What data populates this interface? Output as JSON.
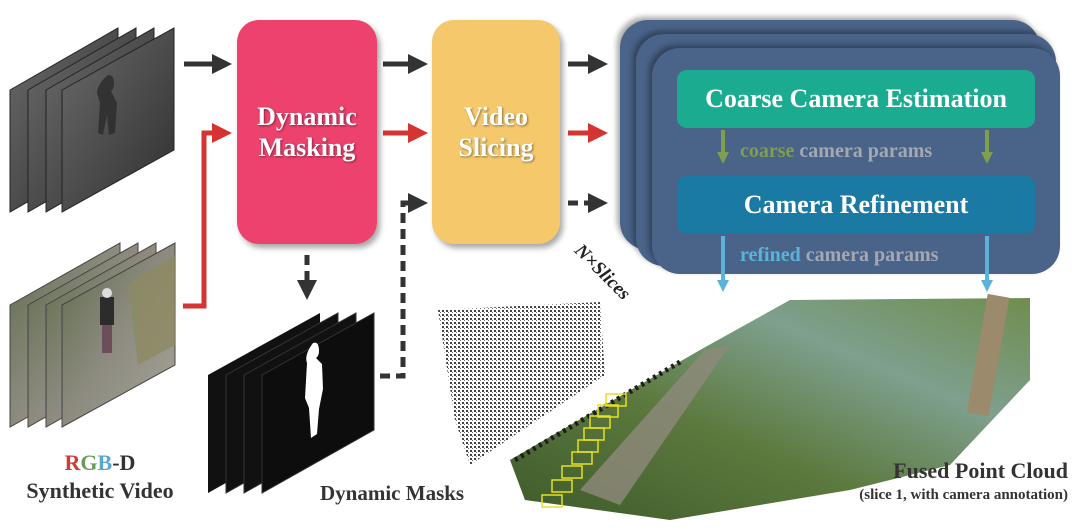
{
  "diagram": {
    "inputs": {
      "label_letters": [
        {
          "text": "R",
          "color": "#d23a3a"
        },
        {
          "text": "G",
          "color": "#6b9a58"
        },
        {
          "text": "B",
          "color": "#5aa7cf"
        },
        {
          "text": "-D",
          "color": "#333333"
        }
      ],
      "label_line2": "Synthetic Video",
      "depth_frames": 4,
      "rgb_frames": 4
    },
    "stages": {
      "dynamic_masking": {
        "line1": "Dynamic",
        "line2": "Masking",
        "color": "#ec426d"
      },
      "video_slicing": {
        "line1": "Video",
        "line2": "Slicing",
        "color": "#f5c96b"
      }
    },
    "masks": {
      "label": "Dynamic Masks",
      "frames": 4
    },
    "slices_label": "N×Slices",
    "camera_block": {
      "background": "#4a6389",
      "coarse": {
        "label": "Coarse Camera Estimation",
        "color": "#1aab90"
      },
      "coarse_params": {
        "highlight": "coarse",
        "rest": " camera params",
        "highlight_color": "#7f9e4e"
      },
      "refinement": {
        "label": "Camera Refinement",
        "color": "#1a7aa3"
      },
      "refined_params": {
        "highlight": "refined",
        "rest": " camera params",
        "highlight_color": "#5ab4d9"
      }
    },
    "output": {
      "label": "Fused Point Cloud",
      "sublabel": "(slice 1, with camera annotation)"
    },
    "arrow_colors": {
      "depth": "#333333",
      "rgb": "#d63333",
      "mask": "#333333",
      "coarse": "#7f9e4e",
      "refined": "#5ab4d9"
    }
  }
}
